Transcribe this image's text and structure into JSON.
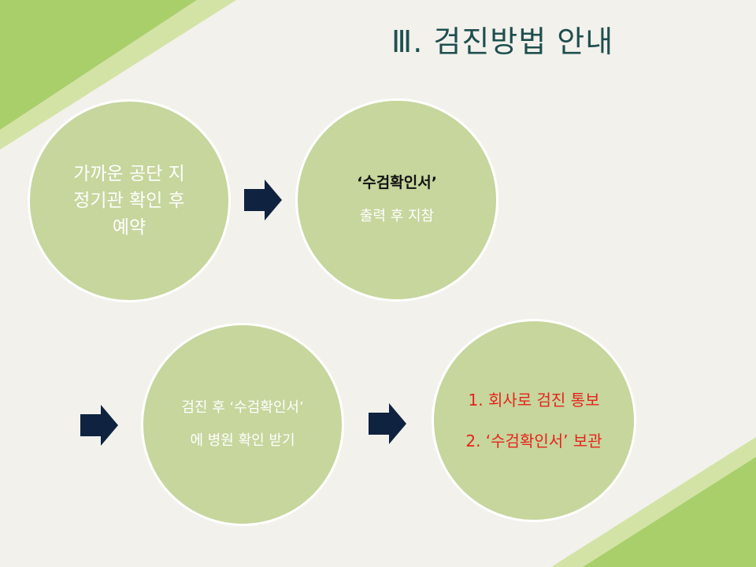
{
  "title": "Ⅲ. 검진방법 안내",
  "colors": {
    "background": "#f2f1ec",
    "circle_fill": "#c6d69d",
    "corner_green": "#a9cf6b",
    "corner_light": "#d3e3a5",
    "arrow": "#0f2340",
    "title": "#1f4e4e",
    "highlight_text": "#e8221b"
  },
  "steps": [
    {
      "lines": [
        "가까운 공단 지",
        "정기관 확인 후",
        "예약"
      ]
    },
    {
      "heading": "‘수검확인서’",
      "text": "출력 후 지참"
    },
    {
      "lines": [
        "검진 후 ‘수검확인서’",
        "에 병원 확인 받기"
      ]
    },
    {
      "lines": [
        "1. 회사로 검진 통보",
        "2. ‘수검확인서’ 보관"
      ]
    }
  ],
  "arrow_icon": "right-arrow-icon"
}
